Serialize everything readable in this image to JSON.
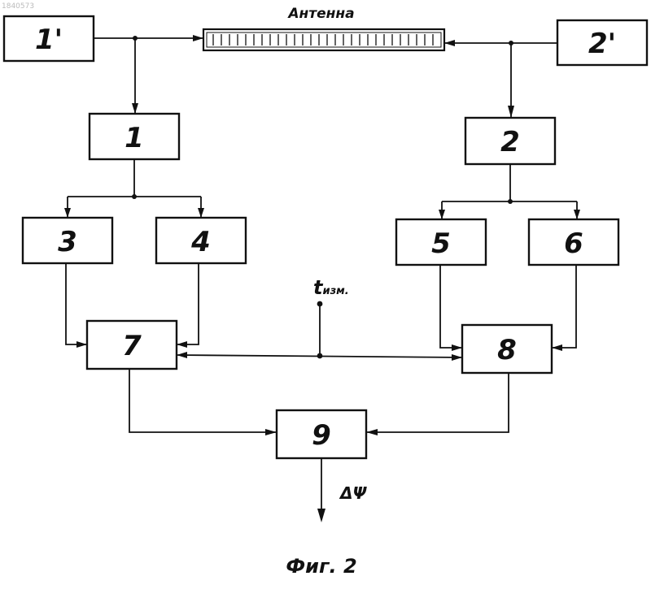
{
  "stamp": "1840573",
  "antenna_label": "Антенна",
  "blocks": {
    "b1p": "1'",
    "b2p": "2'",
    "b1": "1",
    "b2": "2",
    "b3": "3",
    "b4": "4",
    "b5": "5",
    "b6": "6",
    "b7": "7",
    "b8": "8",
    "b9": "9"
  },
  "t_label": "t",
  "t_sub": "изм.",
  "output_label": "ΔΨ",
  "caption": "Фиг. 2"
}
